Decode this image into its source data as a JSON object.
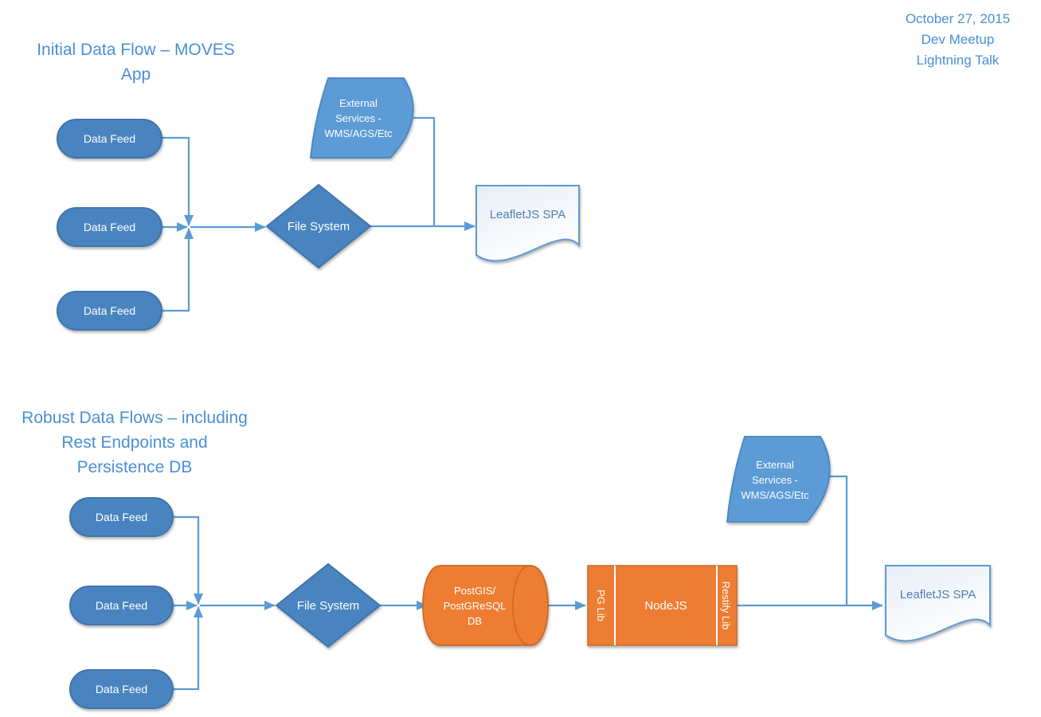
{
  "header": {
    "event_lines": "October 27, 2015\nDev Meetup\nLightning Talk"
  },
  "colors": {
    "connector_blue": "#5B9BD5",
    "shape_fill_blue": "#4A84C0",
    "flag_fill_blue": "#5B9BD5",
    "shape_fill_orange": "#ED7D31",
    "title_text_blue": "#4A8FD3",
    "document_text_blue": "#4E7CB0"
  },
  "flow1": {
    "title": "Initial Data Flow – MOVES\nApp",
    "nodes": {
      "feed1": {
        "label": "Data Feed"
      },
      "feed2": {
        "label": "Data Feed"
      },
      "feed3": {
        "label": "Data Feed"
      },
      "file_system": {
        "label": "File System"
      },
      "external_services": {
        "label": "External\nServices -\nWMS/AGS/Etc"
      },
      "spa": {
        "label": "LeafletJS SPA"
      }
    }
  },
  "flow2": {
    "title": "Robust Data Flows – including\nRest Endpoints and\nPersistence DB",
    "nodes": {
      "feed1": {
        "label": "Data Feed"
      },
      "feed2": {
        "label": "Data Feed"
      },
      "feed3": {
        "label": "Data Feed"
      },
      "file_system": {
        "label": "File System"
      },
      "database": {
        "label": "PostGIS/\nPostGReSQL\nDB"
      },
      "pg_lib": {
        "label": "PG Lib"
      },
      "nodejs": {
        "label": "NodeJS"
      },
      "restify_lib": {
        "label": "Restify Lib"
      },
      "external_services": {
        "label": "External\nServices -\nWMS/AGS/Etc"
      },
      "spa": {
        "label": "LeafletJS SPA"
      }
    }
  }
}
